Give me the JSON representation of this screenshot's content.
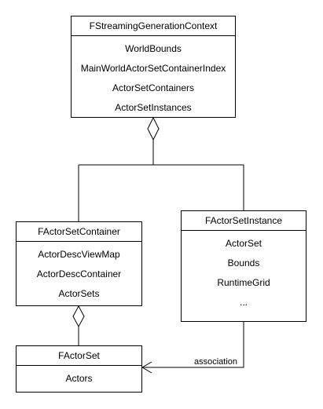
{
  "classes": {
    "context": {
      "name": "FStreamingGenerationContext",
      "fields": [
        "WorldBounds",
        "MainWorldActorSetContainerIndex",
        "ActorSetContainers",
        "ActorSetInstances"
      ]
    },
    "container": {
      "name": "FActorSetContainer",
      "fields": [
        "ActorDescViewMap",
        "ActorDescContainer",
        "ActorSets"
      ]
    },
    "instance": {
      "name": "FActorSetInstance",
      "fields": [
        "ActorSet",
        "Bounds",
        "RuntimeGrid",
        "..."
      ]
    },
    "actorset": {
      "name": "FActorSet",
      "fields": [
        "Actors"
      ]
    }
  },
  "relations": {
    "association_label": "association"
  },
  "colors": {
    "line": "#000000",
    "box_fill": "#ffffff",
    "background": "#ffffff"
  }
}
